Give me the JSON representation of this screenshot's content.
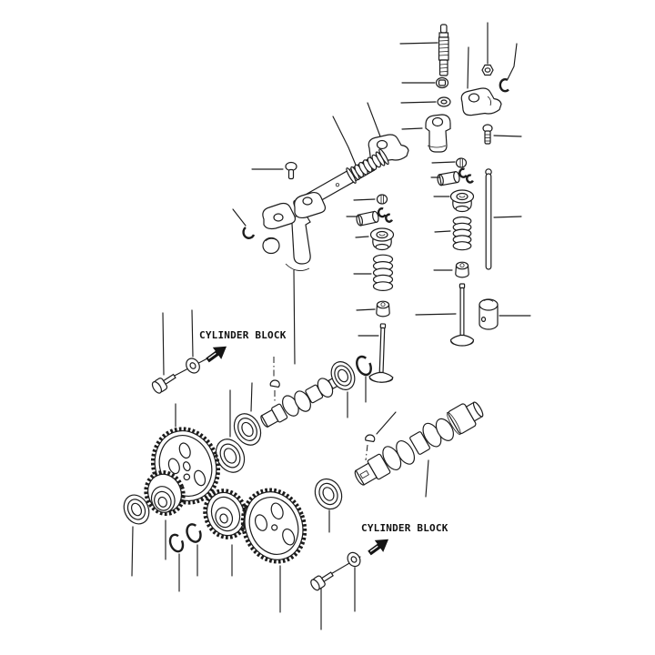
{
  "labels": {
    "cylinder_block_upper": "CYLINDER BLOCK",
    "cylinder_block_lower": "CYLINDER BLOCK"
  },
  "colors": {
    "background": "#ffffff",
    "line": "#1c1c1c",
    "arrow_fill": "#141414",
    "text": "#111111"
  },
  "parts": [
    "stud-bolt",
    "hex-nut",
    "cotter-clip",
    "lock-nut",
    "plain-washer",
    "rocker-arm-right",
    "rocker-arm-support",
    "adjusting-screw",
    "rocker-arm-left",
    "rocker-shaft",
    "rocker-shaft-spring",
    "shaft-bolt",
    "rocker-shaft-assembly",
    "retaining-clip",
    "valve-keeper-a",
    "valve-cap-and-clips-a",
    "valve-spring-retainer-a",
    "valve-spring-a",
    "valve-stem-seal-a",
    "intake-valve",
    "valve-keeper-b",
    "valve-cap-and-clips-b",
    "valve-spring-retainer-b",
    "valve-spring-b",
    "valve-stem-seal-b",
    "exhaust-valve",
    "push-rod",
    "valve-tappet",
    "mounting-bolt-a",
    "washer-a",
    "cylinder-block-arrow-a",
    "woodruff-key-a",
    "camshaft-front",
    "camshaft-bearing-a",
    "snap-ring-a",
    "camshaft-bearing-b",
    "camshaft-bearing-c",
    "idler-gear-large",
    "idler-gear-small",
    "gear-bearing",
    "timing-gear-medium",
    "timing-gear-large",
    "snap-ring-b",
    "snap-ring-c",
    "camshaft-bearing-d",
    "camshaft-rear",
    "woodruff-key-b",
    "mounting-bolt-b",
    "washer-b",
    "cylinder-block-arrow-b"
  ]
}
